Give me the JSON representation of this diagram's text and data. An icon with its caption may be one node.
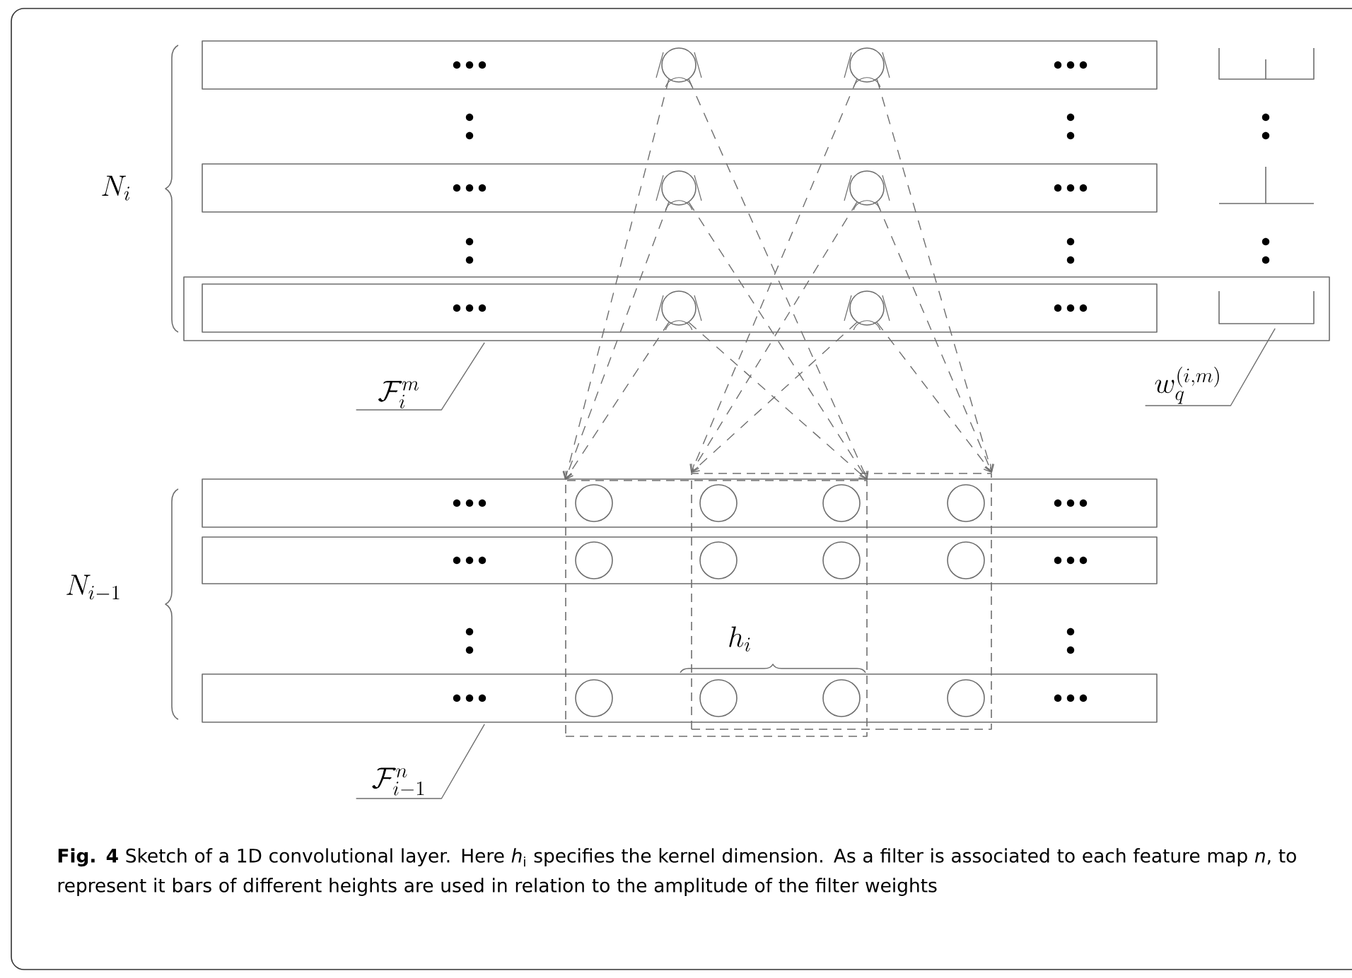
{
  "diagram": {
    "caption": "**Fig. 4** Sketch of a 1D convolutional layer. Here *h*$_{i}$ specifies the kernel dimension. As a filter is associated to each feature map *n*, to represent it bars of different heights are used in relation to the amplitude of the filter weights",
    "nodes": [
      {
        "text": [],
        "shape": "bar"
      },
      {
        "text": [],
        "shape": "bar"
      },
      {
        "text": [],
        "shape": "box"
      },
      {
        "text": [],
        "shape": "bar",
        "in": 2
      },
      {
        "text": [],
        "shape": "circle",
        "in": 0
      },
      {
        "text": [],
        "shape": "circle",
        "in": 0
      },
      {
        "text": [],
        "shape": "circle",
        "in": 1
      },
      {
        "text": [],
        "shape": "circle",
        "in": 1
      },
      {
        "text": [],
        "shape": "circle",
        "in": 3
      },
      {
        "text": [],
        "shape": "circle",
        "in": 3
      },
      {
        "text": [],
        "shape": "box"
      },
      {
        "text": [],
        "shape": "box"
      },
      {
        "text": [],
        "shape": "bar"
      },
      {
        "text": [],
        "shape": "bar"
      },
      {
        "text": [],
        "shape": "bar"
      },
      {
        "text": [
          "\\mathcal{F}_i^m"
        ]
      },
      {
        "text": [
          "w_q^{(i,m)}"
        ]
      },
      {
        "text": [
          "\\mathcal{F}_{i-1}^n"
        ]
      }
    ],
    "edges": [
      {
        "from": 4,
        "to": 10,
        "arrow": "to",
        "style": "dashed"
      },
      {
        "from": 4,
        "to": 10,
        "arrow": "to",
        "style": "dashed"
      },
      {
        "from": 5,
        "to": 11,
        "arrow": "to",
        "style": "dashed"
      },
      {
        "from": 5,
        "to": 11,
        "arrow": "to",
        "style": "dashed"
      },
      {
        "from": 6,
        "to": 10,
        "arrow": "to",
        "style": "dashed"
      },
      {
        "from": 6,
        "to": 10,
        "arrow": "to",
        "style": "dashed"
      },
      {
        "from": 7,
        "to": 11,
        "arrow": "to",
        "style": "dashed"
      },
      {
        "from": 7,
        "to": 11,
        "arrow": "to",
        "style": "dashed"
      },
      {
        "from": 8,
        "to": 10,
        "arrow": "to",
        "style": "dashed"
      },
      {
        "from": 8,
        "to": 10,
        "arrow": "to",
        "style": "dashed"
      },
      {
        "from": 9,
        "to": 11,
        "arrow": "to",
        "style": "dashed"
      },
      {
        "from": 9,
        "to": 11,
        "arrow": "to",
        "style": "dashed"
      },
      {
        "from": 15,
        "to": 2,
        "arrow": "none"
      },
      {
        "from": 16,
        "to": 2,
        "arrow": "none"
      },
      {
        "from": 17,
        "to": 14,
        "arrow": "none"
      }
    ],
    "labels": [
      "N_i",
      "N_{i-1}",
      "h_i"
    ]
  }
}
